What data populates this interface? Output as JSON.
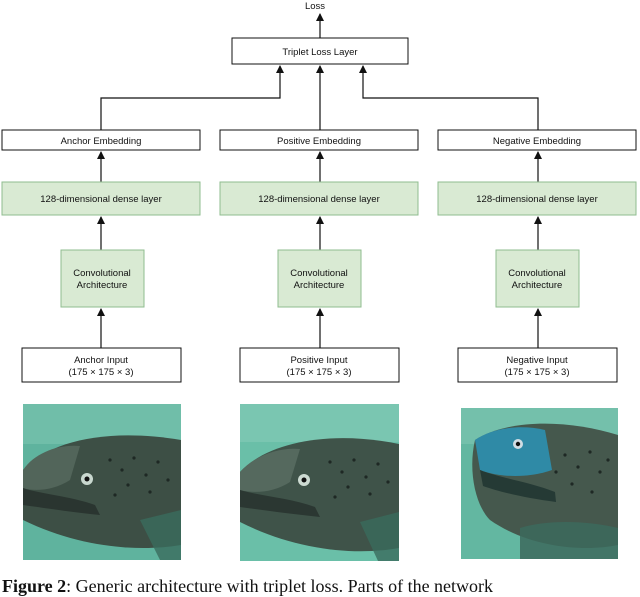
{
  "loss_label": "Loss",
  "triplet_layer": "Triplet Loss Layer",
  "branches": [
    {
      "embedding": "Anchor Embedding",
      "dense": "128-dimensional dense layer",
      "conv": [
        "Convolutional",
        "Architecture"
      ],
      "input": [
        "Anchor Input",
        "(175 × 175 × 3)"
      ]
    },
    {
      "embedding": "Positive Embedding",
      "dense": "128-dimensional dense layer",
      "conv": [
        "Convolutional",
        "Architecture"
      ],
      "input": [
        "Positive Input",
        "(175 × 175 × 3)"
      ]
    },
    {
      "embedding": "Negative Embedding",
      "dense": "128-dimensional dense layer",
      "conv": [
        "Convolutional",
        "Architecture"
      ],
      "input": [
        "Negative Input",
        "(175 × 175 × 3)"
      ]
    }
  ],
  "caption": {
    "lead": "Figure 2",
    "rest": ": Generic architecture with triplet loss. Parts of the network"
  },
  "colors": {
    "trainable_fill": "#d9ead3",
    "trainable_stroke": "#8fbc8f",
    "frozen_stroke": "#000000",
    "water": "#4fa894",
    "fish_dark": "#2e3d36"
  }
}
